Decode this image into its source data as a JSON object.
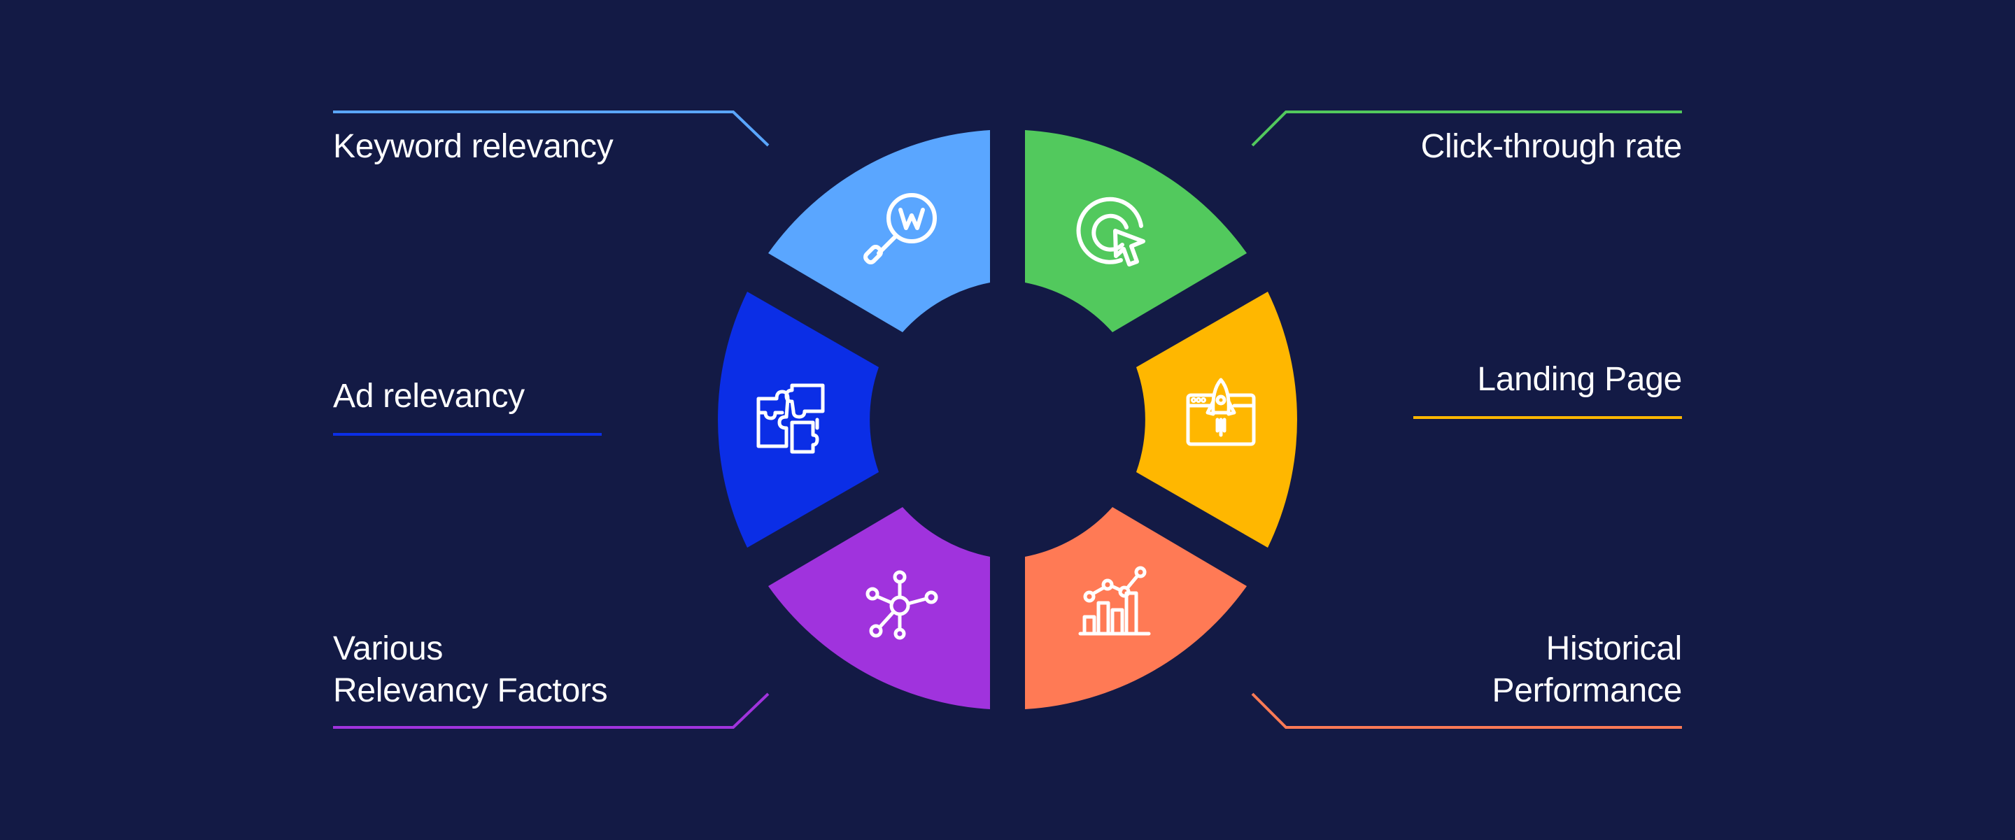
{
  "colors": {
    "background": "#131a45",
    "keyword": "#5aa6ff",
    "ad": "#0b2ee6",
    "various": "#a033dd",
    "click": "#52c95d",
    "landing": "#ffb700",
    "historical": "#ff7a55",
    "icon": "#ffffff"
  },
  "segments": [
    {
      "id": "keyword",
      "label_lines": [
        "Keyword relevancy"
      ],
      "icon": "search-w-icon",
      "color_key": "keyword"
    },
    {
      "id": "ad",
      "label_lines": [
        "Ad relevancy"
      ],
      "icon": "puzzle-icon",
      "color_key": "ad"
    },
    {
      "id": "various",
      "label_lines": [
        "Various",
        "Relevancy Factors"
      ],
      "icon": "network-icon",
      "color_key": "various"
    },
    {
      "id": "click",
      "label_lines": [
        "Click-through rate"
      ],
      "icon": "cursor-click-icon",
      "color_key": "click"
    },
    {
      "id": "landing",
      "label_lines": [
        "Landing Page"
      ],
      "icon": "rocket-browser-icon",
      "color_key": "landing"
    },
    {
      "id": "historical",
      "label_lines": [
        "Historical",
        "Performance"
      ],
      "icon": "bar-chart-icon",
      "color_key": "historical"
    }
  ]
}
